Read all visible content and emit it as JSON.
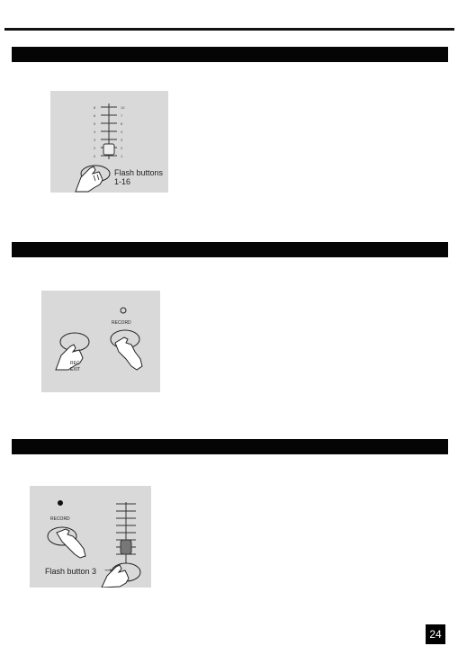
{
  "figures": {
    "flash_buttons": {
      "label_line1": "Flash buttons",
      "label_line2": "1-16"
    },
    "record_panel": {
      "record_label": "RECORD",
      "rec_exit_line1": "REC",
      "rec_exit_line2": "EXIT"
    },
    "flash_button_3_panel": {
      "record_label": "RECORD",
      "flash_label": "Flash button 3",
      "arrow": "→"
    }
  },
  "page_number": "24",
  "icons": [
    "pointing-hand-icon",
    "led-indicator-icon",
    "fader-icon",
    "arrow-icon"
  ]
}
